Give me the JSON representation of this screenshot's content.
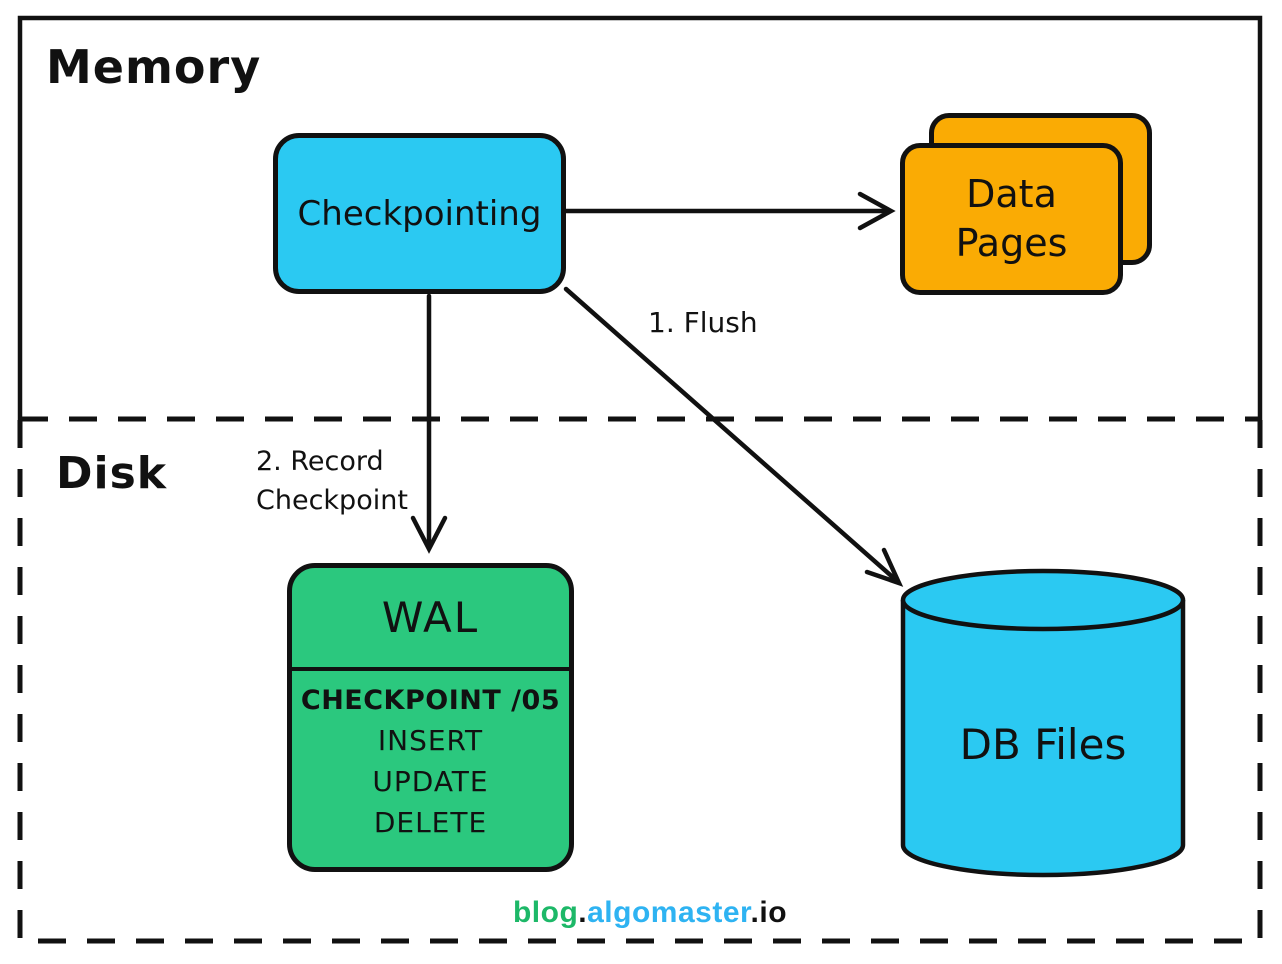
{
  "regions": {
    "memory_label": "Memory",
    "disk_label": "Disk"
  },
  "nodes": {
    "checkpointing": {
      "label": "Checkpointing",
      "fill": "#2BC9F2"
    },
    "data_pages": {
      "line1": "Data",
      "line2": "Pages",
      "fill": "#FAAB04"
    },
    "wal": {
      "title": "WAL",
      "entries": [
        "CHECKPOINT /05",
        "INSERT",
        "UPDATE",
        "DELETE"
      ],
      "fill": "#2BC87E"
    },
    "db_files": {
      "label": "DB Files",
      "fill": "#2BC9F2"
    }
  },
  "edges": {
    "flush_label": "1. Flush",
    "record_label": "2. Record\nCheckpoint"
  },
  "watermark": {
    "parts": [
      {
        "text": "blog",
        "color": "#1DB868"
      },
      {
        "text": ".",
        "color": "#111111"
      },
      {
        "text": "algomaster",
        "color": "#2EB3F2"
      },
      {
        "text": ".",
        "color": "#111111"
      },
      {
        "text": "io",
        "color": "#111111"
      }
    ]
  },
  "colors": {
    "stroke": "#111111",
    "background": "#ffffff"
  }
}
